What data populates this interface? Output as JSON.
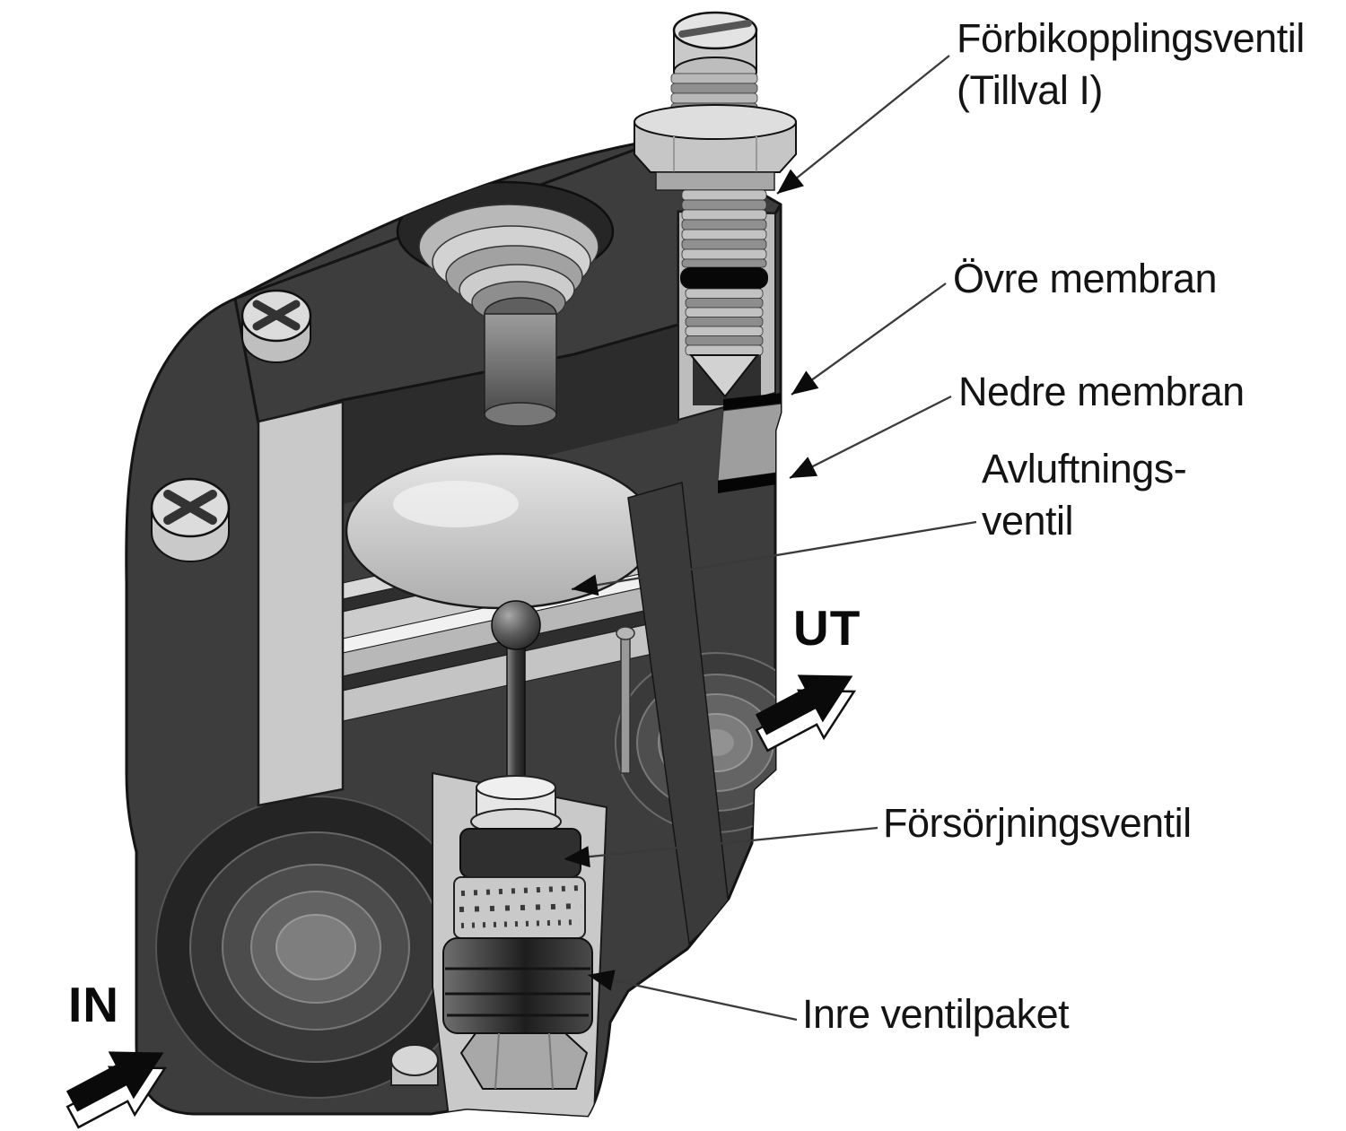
{
  "diagram": {
    "type": "technical-cutaway",
    "subject": "valve cross-section with part callouts",
    "background": "#ffffff"
  },
  "labels": {
    "bypass_valve": {
      "line1": "Förbikopplingsventil",
      "line2": "(Tillval I)"
    },
    "upper_membrane": {
      "text": "Övre membran"
    },
    "lower_membrane": {
      "text": "Nedre membran"
    },
    "vent_valve": {
      "line1": "Avluftnings-",
      "line2": "ventil"
    },
    "supply_valve": {
      "text": "Försörjningsventil"
    },
    "inner_valve_pack": {
      "text": "Inre ventilpaket"
    },
    "outlet": {
      "text": "UT"
    },
    "inlet": {
      "text": "IN"
    }
  },
  "icons": {
    "outlet_flow_arrow": "3d-arrow-up-right",
    "inlet_flow_arrow": "3d-arrow-up-right",
    "leader_arrowhead": "filled-triangle",
    "screw_head": "phillips-cross"
  },
  "colors": {
    "body_dark": "#3d3d3d",
    "cut_face_light": "#c9c9c9",
    "outline": "#141414",
    "o_ring": "#070707",
    "label_text": "#141414",
    "background": "#ffffff"
  }
}
